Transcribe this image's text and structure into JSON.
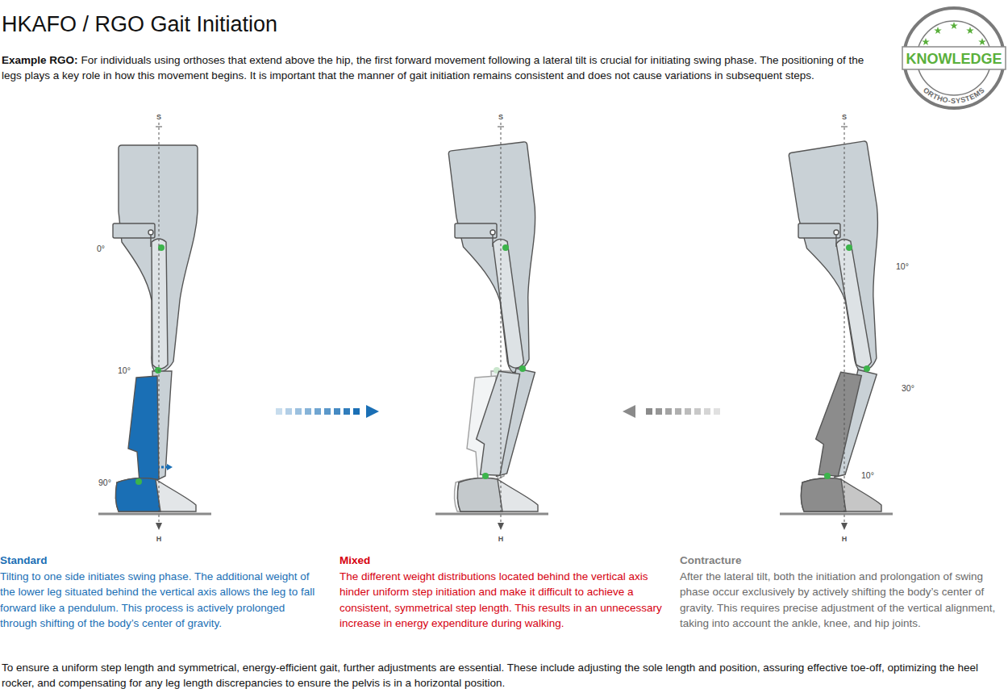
{
  "diagram": {
    "title": "HKAFO / RGO Gait Initiation",
    "caption": "To ensure a uniform step length and symmetrical, energy-efficient gait, further adjustments are essential. These include adjusting the sole length and position, assuring effective toe-off, optimizing the heel rocker, and compensating for any leg length discrepancies to ensure the pelvis is in a horizontal position.",
    "nodes": [
      {
        "text": [
          "Standard",
          "Tilting to one side initiates swing phase. The additional weight of the lower leg situated behind the vertical axis allows the leg to fall forward like a pendulum. This process is actively prolonged through shifting of the body’s center of gravity."
        ]
      },
      {
        "text": [
          "Mixed",
          "The different weight distributions located behind the vertical axis hinder uniform step initiation and make it difficult to achieve a consistent, symmetrical step length. This results in an unnecessary increase in energy expenditure during walking."
        ]
      },
      {
        "text": [
          "Contracture",
          "After the lateral tilt, both the initiation and prolongation of swing phase occur exclusively by actively shifting the body’s center of gravity. This requires precise adjustment of the vertical alignment, taking into account the ankle, knee, and hip joints."
        ]
      }
    ],
    "edges": [
      {
        "from": 0,
        "to": 1,
        "arrow": "to"
      },
      {
        "from": 2,
        "to": 1,
        "arrow": "to"
      }
    ],
    "labels": [
      "Example RGO:",
      "For individuals using orthoses that extend above the hip, the first forward movement following a lateral tilt is crucial for initiating swing phase. The positioning of the legs plays a key role in how this movement begins. It is important that the manner of gait initiation remains consistent and does not cause variations in subsequent steps.",
      "KNOWLEDGE",
      "ORTHO-SYSTEMS",
      "S",
      "0°",
      "10°",
      "90°",
      "H",
      "S",
      "H",
      "S",
      "10°",
      "30°",
      "10°",
      "H"
    ]
  }
}
